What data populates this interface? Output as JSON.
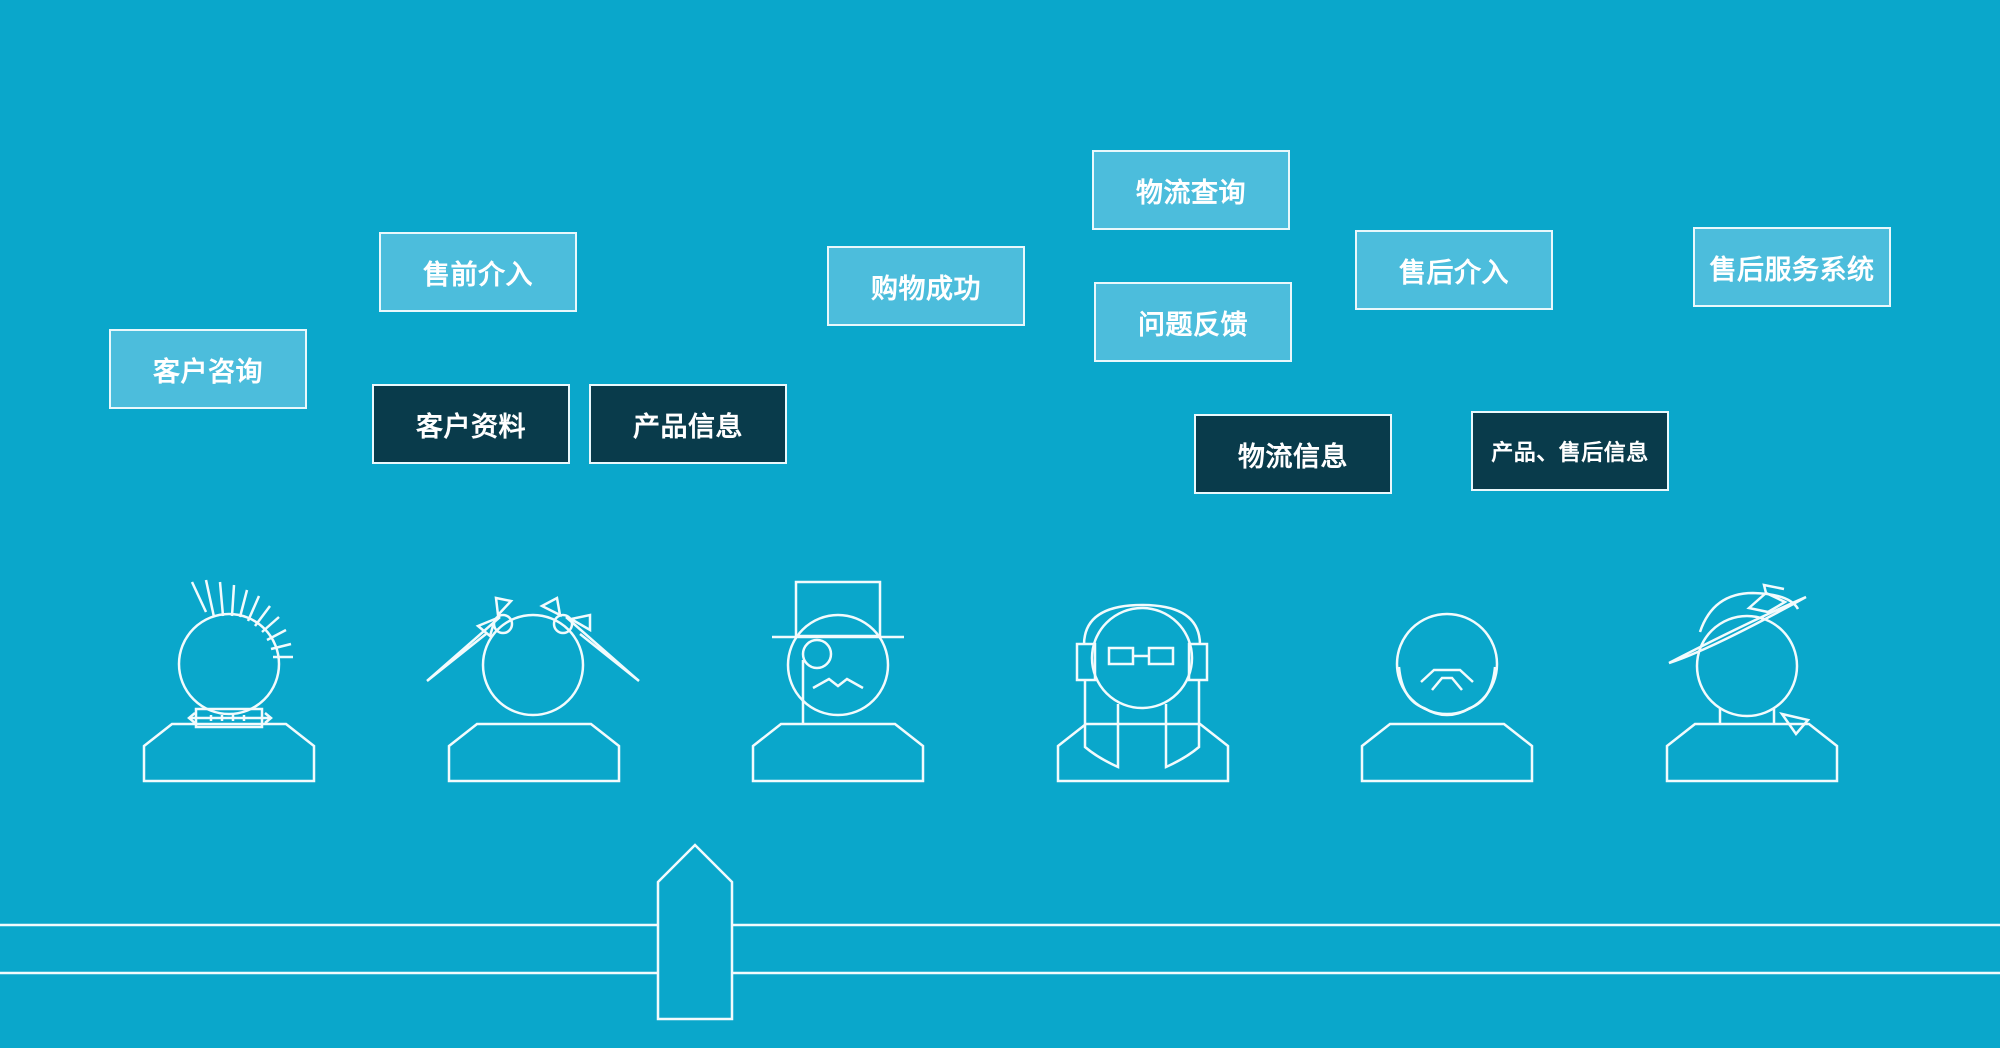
{
  "labels": {
    "consult": "客户咨询",
    "presale": "售前介入",
    "customer_data": "客户资料",
    "product_info": "产品信息",
    "purchase_success": "购物成功",
    "logistics_query": "物流查询",
    "feedback": "问题反馈",
    "logistics_info": "物流信息",
    "aftersale": "售后介入",
    "product_aftersale_info": "产品、售后信息",
    "aftersale_system": "售后服务系统"
  },
  "colors": {
    "background": "#0aa7cb",
    "light_box": "#4cbddc",
    "dark_box": "#093b4b",
    "line": "#f2fbfd"
  },
  "figures": [
    "punk-figure-icon",
    "pigtails-girl-figure-icon",
    "top-hat-gentleman-figure-icon",
    "headphones-figure-icon",
    "bearded-figure-icon",
    "sun-hat-lady-figure-icon"
  ]
}
